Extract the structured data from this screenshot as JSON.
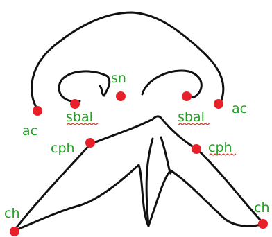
{
  "labels": {
    "sn": "sn",
    "sbal_left": "sbal",
    "sbal_right": "sbal",
    "ac_left": "ac",
    "ac_right": "ac",
    "cph_left": "cph",
    "cph_right": "cph",
    "ch_left": "ch",
    "ch_right": "ch"
  },
  "colors": {
    "label": "#1fa21f",
    "landmark": "#e8202a",
    "outline": "#111111",
    "spellcheck_underline": "#d23a2a"
  }
}
